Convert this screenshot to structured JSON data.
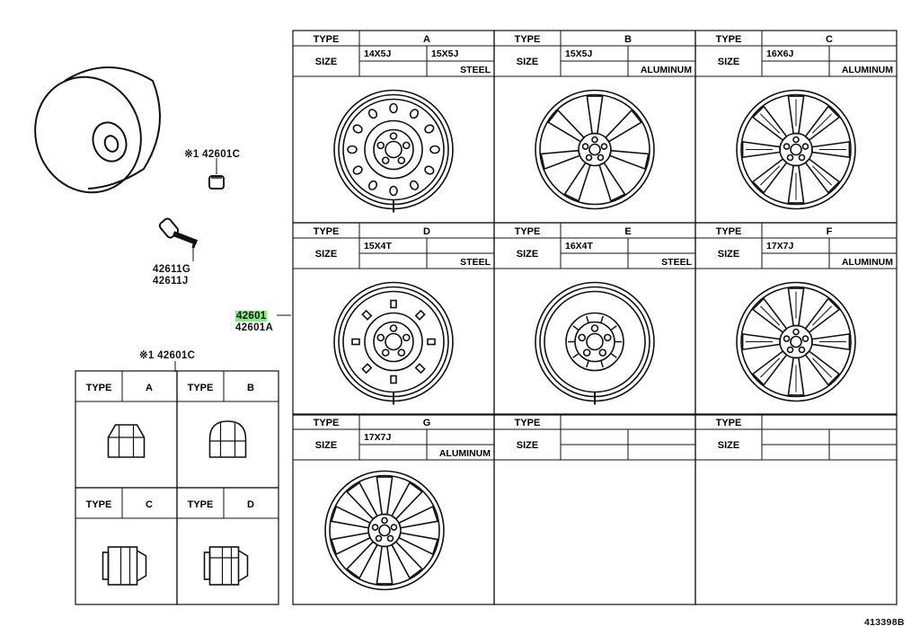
{
  "labels": {
    "type": "TYPE",
    "size": "SIZE"
  },
  "parts": {
    "valve_cap_mark": "※1",
    "valve_cap_number": "42601C",
    "valve_1": "42611G",
    "valve_2": "42611J",
    "wheel_highlight": "42601",
    "wheel_alt": "42601A",
    "nut_mark": "※1",
    "nut_number": "42601C"
  },
  "wheels": [
    {
      "type": "A",
      "sizes": [
        "14X5J",
        "15X5J"
      ],
      "material": "STEEL",
      "style": "steel"
    },
    {
      "type": "B",
      "sizes": [
        "15X5J"
      ],
      "material": "ALUMINUM",
      "style": "alloy-b"
    },
    {
      "type": "C",
      "sizes": [
        "16X6J"
      ],
      "material": "ALUMINUM",
      "style": "alloy-c"
    },
    {
      "type": "D",
      "sizes": [
        "15X4T"
      ],
      "material": "STEEL",
      "style": "steel-d"
    },
    {
      "type": "E",
      "sizes": [
        "16X4T"
      ],
      "material": "STEEL",
      "style": "steel-e"
    },
    {
      "type": "F",
      "sizes": [
        "17X7J"
      ],
      "material": "ALUMINUM",
      "style": "alloy-f"
    },
    {
      "type": "G",
      "sizes": [
        "17X7J"
      ],
      "material": "ALUMINUM",
      "style": "alloy-g"
    },
    {
      "type": "",
      "sizes": [],
      "material": "",
      "style": "empty"
    },
    {
      "type": "",
      "sizes": [],
      "material": "",
      "style": "empty"
    }
  ],
  "nuts": [
    {
      "type": "A"
    },
    {
      "type": "B"
    },
    {
      "type": "C"
    },
    {
      "type": "D"
    }
  ],
  "diagram_id": "413398B"
}
